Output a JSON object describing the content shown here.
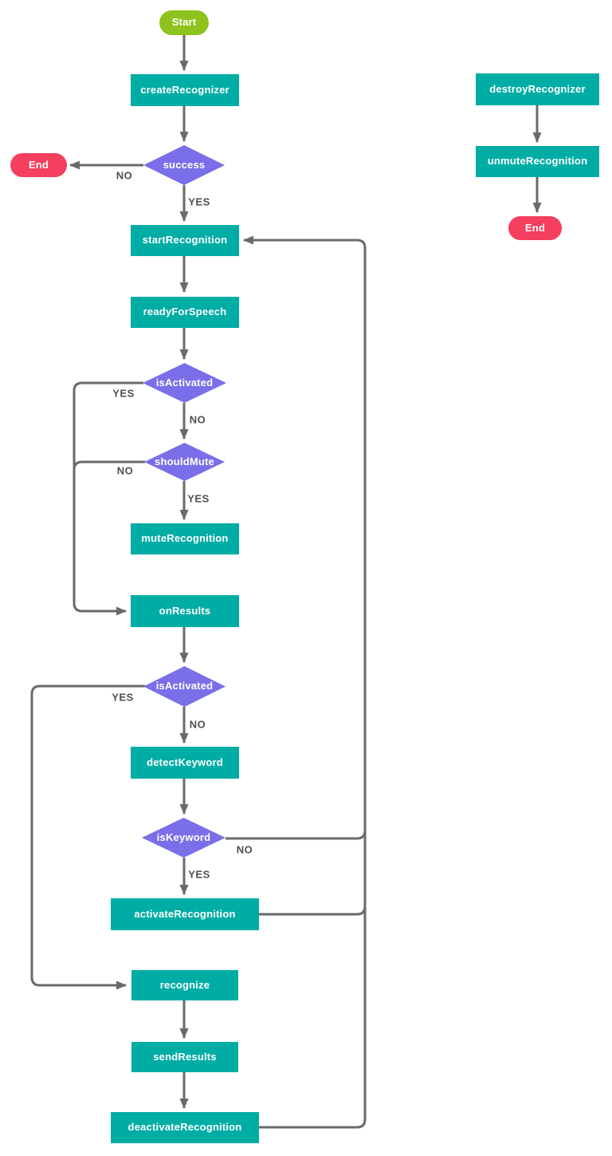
{
  "diagram": {
    "type": "flowchart",
    "colors": {
      "background": "#ffffff",
      "process_fill": "#00ada4",
      "decision_fill": "#7a6fe8",
      "start_fill": "#8cc41d",
      "end_fill": "#f43f5e",
      "edge_stroke": "#6a6a6a",
      "edge_label_color": "#4f4f4f",
      "node_text": "#ffffff"
    },
    "nodes": {
      "start": {
        "label": "Start",
        "type": "terminator"
      },
      "createRecognizer": {
        "label": "createRecognizer",
        "type": "process"
      },
      "success": {
        "label": "success",
        "type": "decision"
      },
      "endLeft": {
        "label": "End",
        "type": "terminator"
      },
      "startRecognition": {
        "label": "startRecognition",
        "type": "process"
      },
      "readyForSpeech": {
        "label": "readyForSpeech",
        "type": "process"
      },
      "isActivated1": {
        "label": "isActivated",
        "type": "decision"
      },
      "shouldMute": {
        "label": "shouldMute",
        "type": "decision"
      },
      "muteRecognition": {
        "label": "muteRecognition",
        "type": "process"
      },
      "onResults": {
        "label": "onResults",
        "type": "process"
      },
      "isActivated2": {
        "label": "isActivated",
        "type": "decision"
      },
      "detectKeyword": {
        "label": "detectKeyword",
        "type": "process"
      },
      "isKeyword": {
        "label": "isKeyword",
        "type": "decision"
      },
      "activateRecognition": {
        "label": "activateRecognition",
        "type": "process"
      },
      "recognize": {
        "label": "recognize",
        "type": "process"
      },
      "sendResults": {
        "label": "sendResults",
        "type": "process"
      },
      "deactivateRecognition": {
        "label": "deactivateRecognition",
        "type": "process"
      },
      "destroyRecognizer": {
        "label": "destroyRecognizer",
        "type": "process"
      },
      "unmuteRecognition": {
        "label": "unmuteRecognition",
        "type": "process"
      },
      "endRight": {
        "label": "End",
        "type": "terminator"
      }
    },
    "edge_labels": {
      "success_no": "NO",
      "success_yes": "YES",
      "isActivated1_yes": "YES",
      "isActivated1_no": "NO",
      "shouldMute_no": "NO",
      "shouldMute_yes": "YES",
      "isActivated2_yes": "YES",
      "isActivated2_no": "NO",
      "isKeyword_no": "NO",
      "isKeyword_yes": "YES"
    }
  }
}
